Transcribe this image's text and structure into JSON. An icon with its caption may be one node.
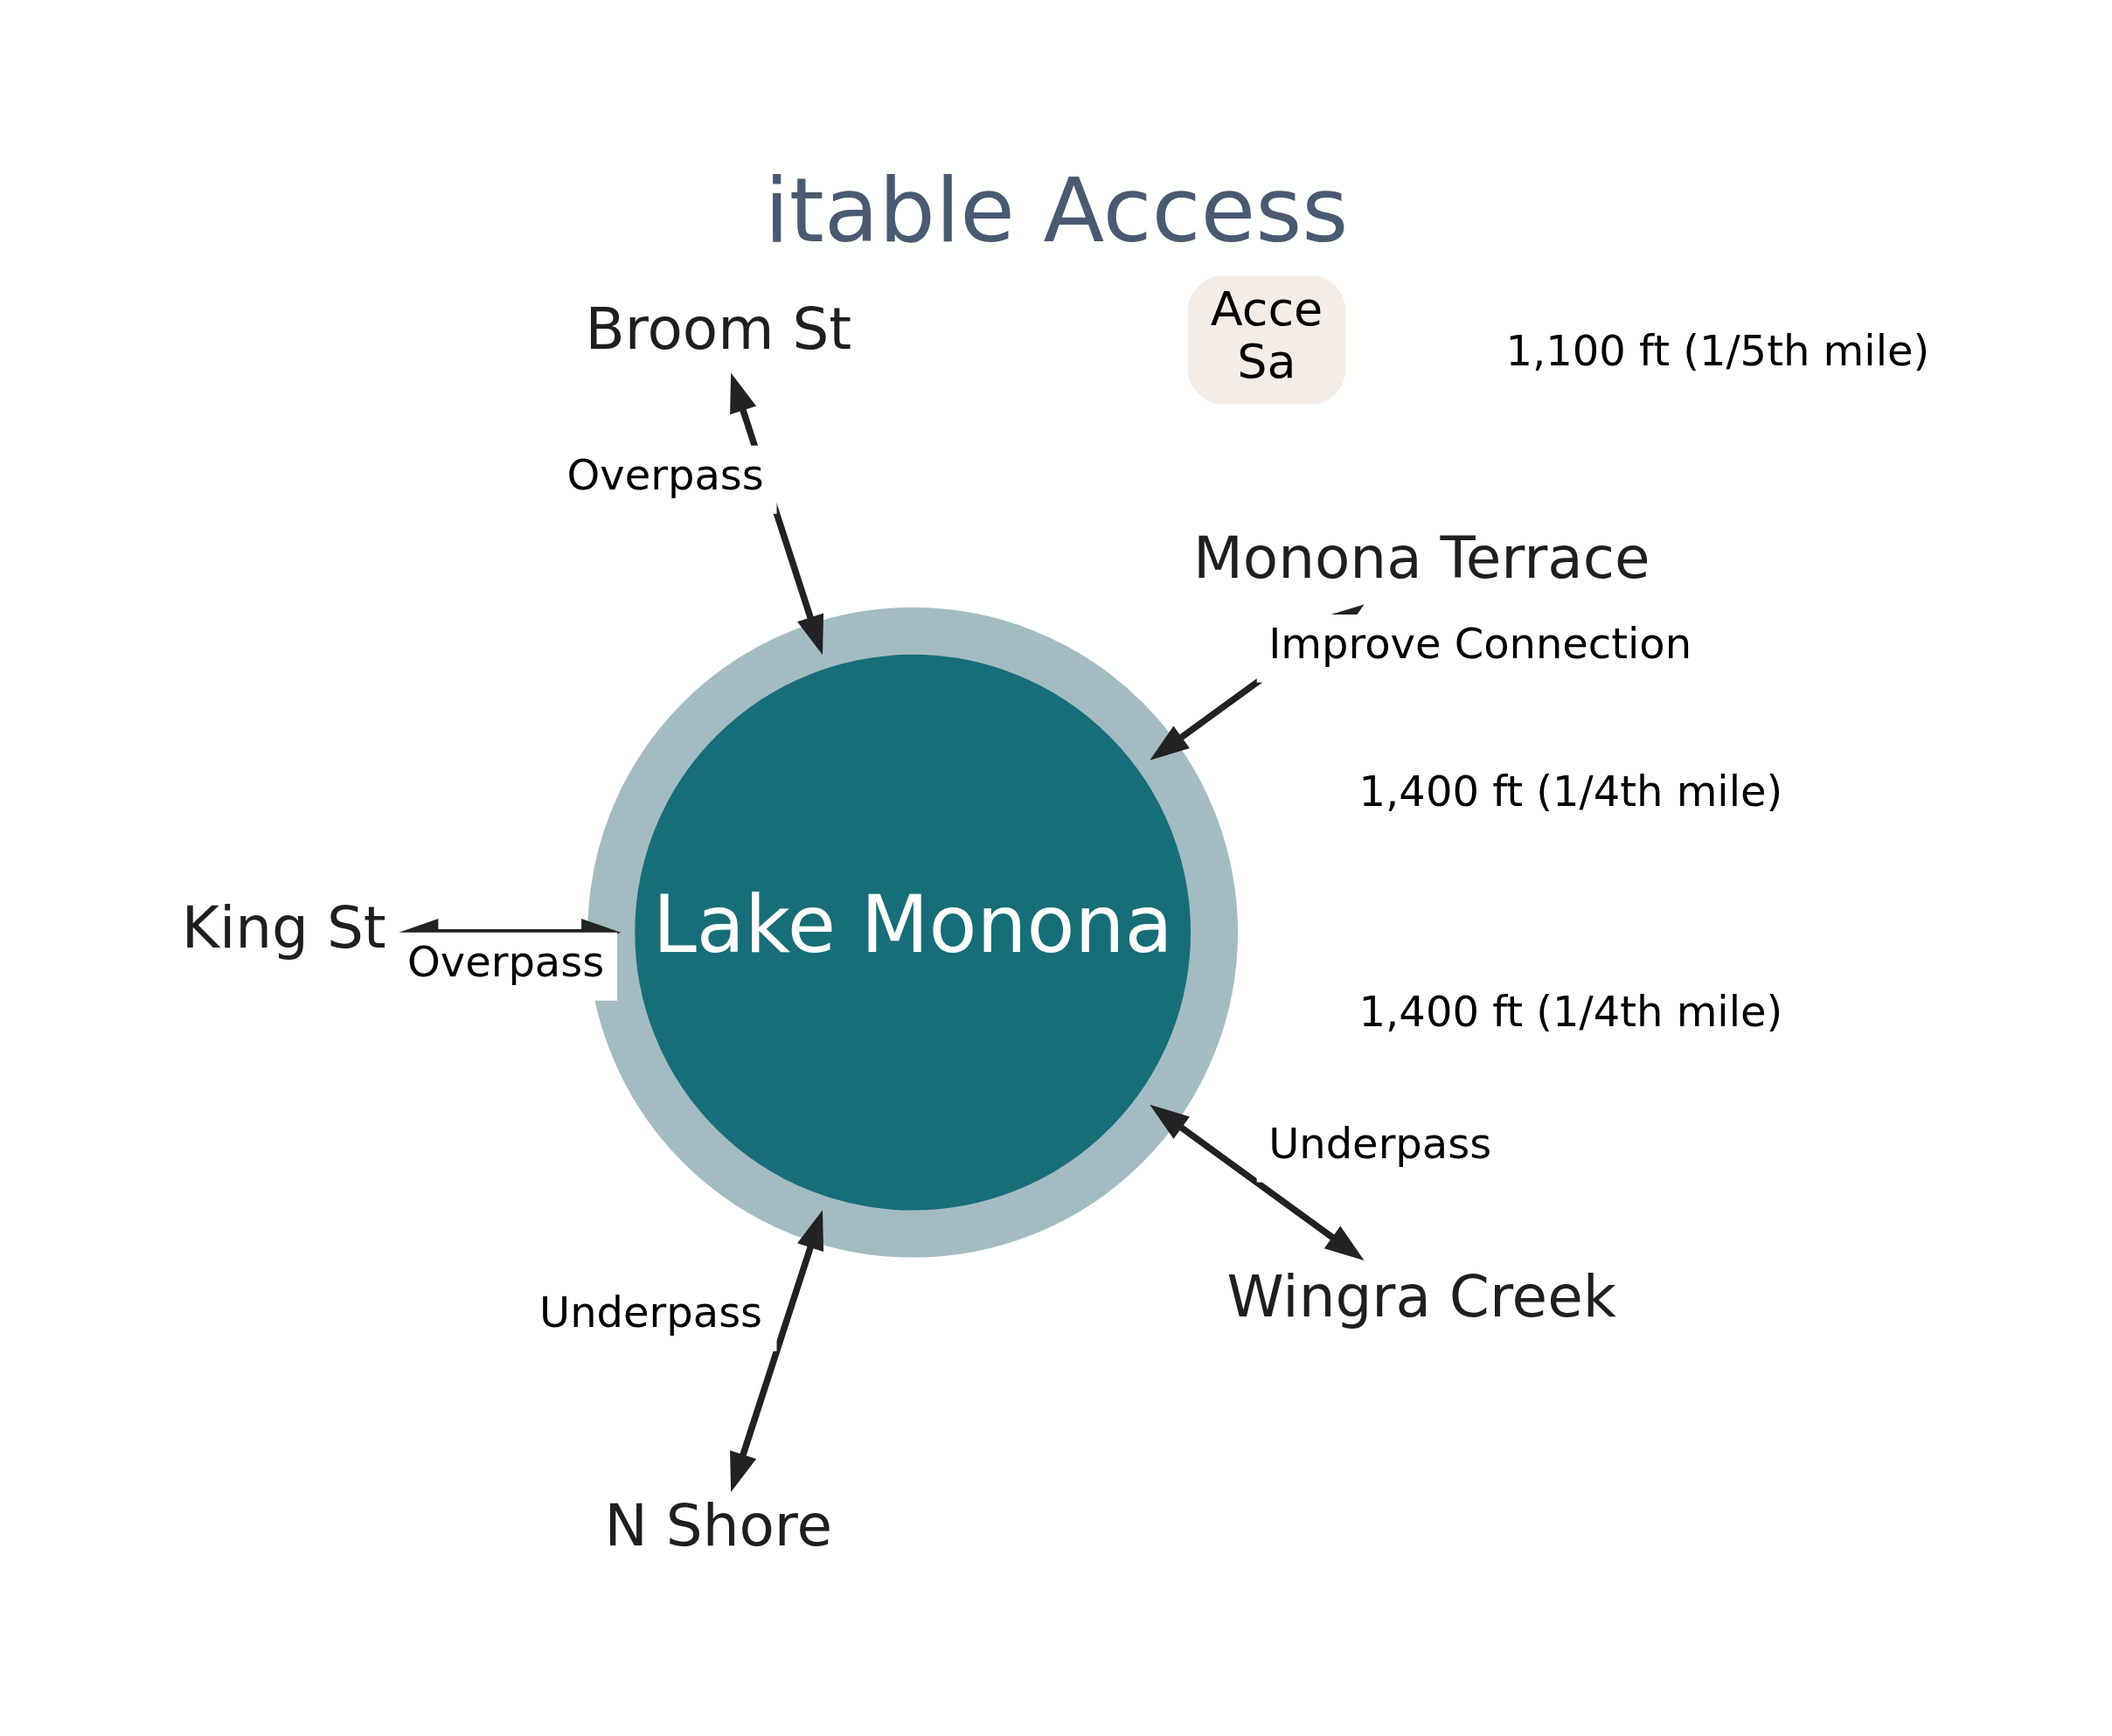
{
  "diagram": {
    "title": "itable Access",
    "nodes": [
      {
        "text": [
          "Lake Monona"
        ]
      },
      {
        "text": [
          "Monona Terrace"
        ]
      },
      {
        "text": [
          "Broom St"
        ]
      },
      {
        "text": [
          "King St"
        ]
      },
      {
        "text": [
          "N Shore"
        ]
      },
      {
        "text": [
          "Wingra Creek"
        ]
      },
      {
        "text": [
          "Acce",
          "Sa"
        ]
      }
    ],
    "edges": [
      {
        "from": 1,
        "to": 0,
        "arrow": "both",
        "label": "Improve Connection"
      },
      {
        "from": 2,
        "to": 0,
        "arrow": "both",
        "label": "Overpass"
      },
      {
        "from": 3,
        "to": 0,
        "arrow": "both",
        "label": "Overpass"
      },
      {
        "from": 4,
        "to": 0,
        "arrow": "both",
        "label": "Underpass"
      },
      {
        "from": 5,
        "to": 0,
        "arrow": "both",
        "label": "Underpass"
      }
    ],
    "labels": [
      "1,400 ft (1/4th mile)",
      "1,400 ft (1/4th mile)",
      "1,100 ft (1/5th mile)"
    ]
  }
}
